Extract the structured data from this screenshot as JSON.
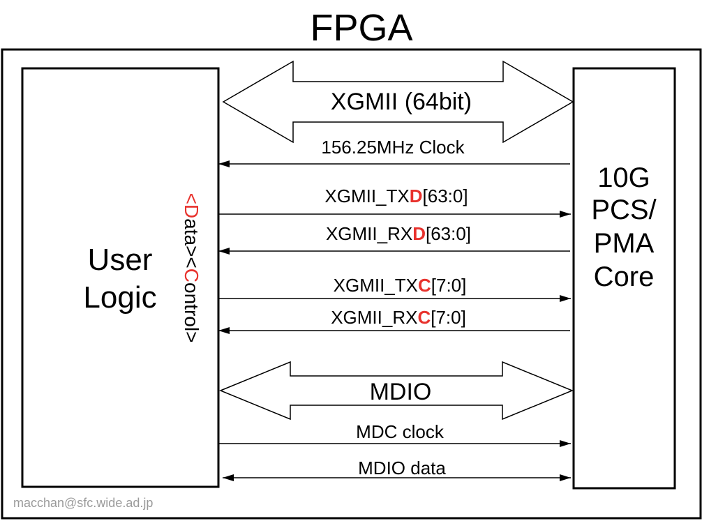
{
  "title": "FPGA",
  "user_logic": {
    "line1": "User",
    "line2": "Logic"
  },
  "core": {
    "line1": "10G",
    "line2": "PCS/",
    "line3": "PMA",
    "line4": "Core"
  },
  "vertical_label": {
    "p1": "<",
    "p2": "D",
    "p3": "ata><",
    "p4": "C",
    "p5": "ontrol>"
  },
  "buses": {
    "xgmii": "XGMII (64bit)",
    "mdio": "MDIO"
  },
  "signals": {
    "clock": "156.25MHz Clock",
    "txd": {
      "prefix": "XGMII_TX",
      "highlight": "D",
      "suffix": "[63:0]"
    },
    "rxd": {
      "prefix": "XGMII_RX",
      "highlight": "D",
      "suffix": "[63:0]"
    },
    "txc": {
      "prefix": "XGMII_TX",
      "highlight": "C",
      "suffix": "[7:0]"
    },
    "rxc": {
      "prefix": "XGMII_RX",
      "highlight": "C",
      "suffix": "[7:0]"
    },
    "mdc": "MDC clock",
    "mdio_data": "MDIO data"
  },
  "credit": "macchan@sfc.wide.ad.jp",
  "colors": {
    "highlight": "#e8322d",
    "line": "#000000",
    "credit": "#9a9a9a"
  }
}
